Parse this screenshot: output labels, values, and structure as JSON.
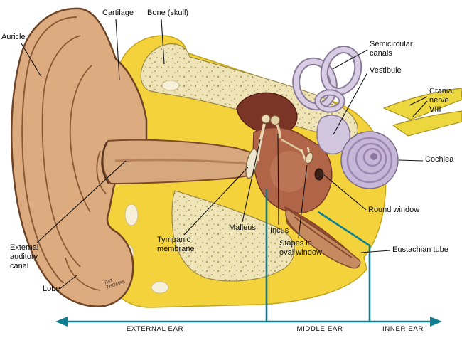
{
  "figure": {
    "type": "anatomical-diagram",
    "subject": "Human ear anatomy (external, middle and inner ear)"
  },
  "labels": {
    "auricle": "Auricle",
    "cartilage": "Cartilage",
    "bone_skull": "Bone (skull)",
    "semicircular_canals": "Semicircular\ncanals",
    "vestibule": "Vestibule",
    "cranial_nerve_viii": "Cranial\nnerve VIII",
    "cochlea": "Cochlea",
    "round_window": "Round window",
    "eustachian_tube": "Eustachian tube",
    "external_auditory_canal": "External\nauditory\ncanal",
    "lobe": "Lobe",
    "tympanic_membrane": "Tympanic\nmembrane",
    "malleus": "Malleus",
    "incus": "Incus",
    "stapes_in_oval_window": "Stapes in\noval window"
  },
  "regions": {
    "external_ear": "EXTERNAL EAR",
    "middle_ear": "MIDDLE EAR",
    "inner_ear": "INNER EAR"
  },
  "signature": "PAT\nTHOMAS",
  "colors": {
    "skin_tan": "#dcab80",
    "cartilage_yellow": "#f3d23c",
    "bone_cream": "#eee4b8",
    "middle_ear_red": "#b06448",
    "inner_ear_lavender": "#c6b7d8",
    "nerve_yellow": "#ecd73f",
    "divider_teal": "#0e7e93"
  }
}
